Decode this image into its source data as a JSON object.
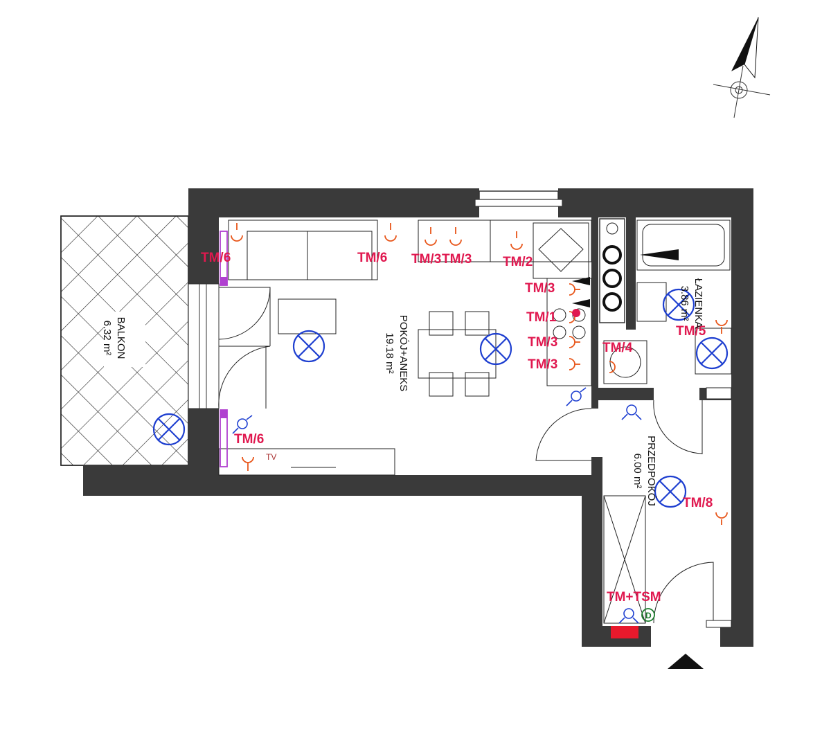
{
  "rooms": {
    "living": {
      "name": "POKÓJ+ANEKS",
      "area": "19.18 m²"
    },
    "balcony": {
      "name": "BALKON",
      "area": "6.32 m²"
    },
    "bathroom": {
      "name": "ŁAZIENKA",
      "area": "3.86 m²"
    },
    "hallway": {
      "name": "PRZEDPOKÓJ",
      "area": "6.00 m²"
    }
  },
  "labels": {
    "tm6_top": "TM/6",
    "tm6_mid": "TM/6",
    "tm3_a": "TM/3",
    "tm3_b": "TM/3",
    "tm2": "TM/2",
    "tm3_k1": "TM/3",
    "tm1": "TM/1",
    "tm3_k2": "TM/3",
    "tm3_k3": "TM/3",
    "tm4": "TM/4",
    "tm5": "TM/5",
    "tm6_bottom": "TM/6",
    "tm8": "TM/8",
    "tm_tsm": "TM+TSM",
    "tv": "TV",
    "d_mark": "D"
  },
  "colors": {
    "wall": "#3a3a3a",
    "label_red": "#e0184f",
    "lamp_blue": "#1e3fd0",
    "socket_orange": "#e8561a",
    "switchboard_red": "#e8192c",
    "pipe_purple": "#b040d0"
  },
  "icons": {
    "north_arrow": "compass-north-icon",
    "entrance": "entrance-triangle-icon"
  }
}
